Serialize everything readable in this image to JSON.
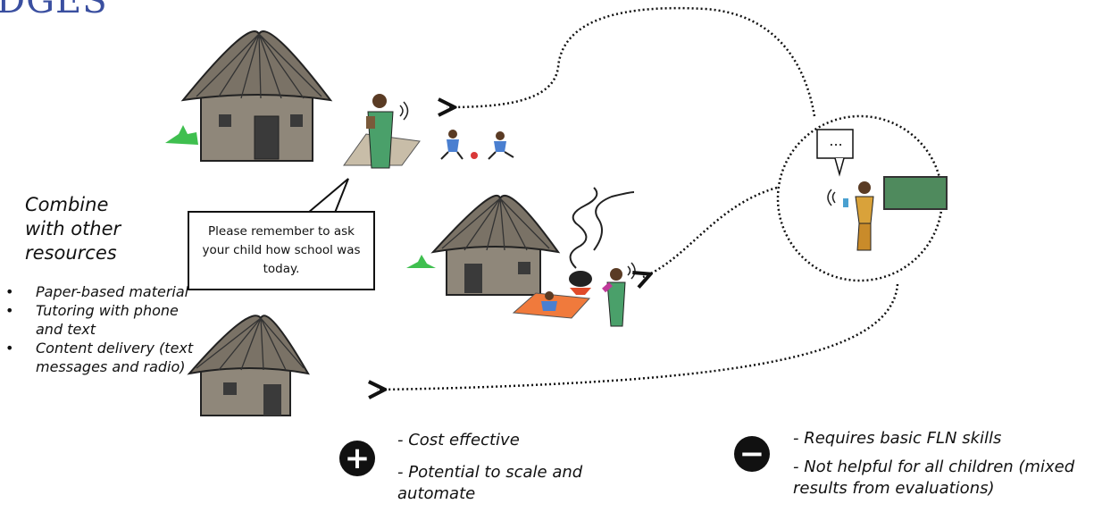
{
  "title_fragment": "DGES",
  "combine": {
    "heading_lines": [
      "Combine",
      "with other",
      "resources"
    ],
    "items": [
      "Paper-based material",
      "Tutoring with phone and text",
      "Content delivery (text messages and radio)"
    ]
  },
  "speech_bubble": "Please remember to ask your child how school was today.",
  "teacher_bubble": "...",
  "pros": {
    "icon": "plus-icon",
    "items": [
      "- Cost effective",
      "- Potential to scale and automate"
    ]
  },
  "cons": {
    "icon": "minus-icon",
    "items": [
      "- Requires basic FLN skills",
      "- Not helpful for all children (mixed results from evaluations)"
    ]
  },
  "colors": {
    "title": "#3a4fa0",
    "hut_wall": "#8f877a",
    "hut_roof": "#7a7266",
    "blackboard": "#4f8a5d",
    "orange_mat": "#f07a3c",
    "green_dress": "#4aa06a",
    "yellow_dress": "#d9a23a",
    "grass": "#3fbf4f"
  }
}
